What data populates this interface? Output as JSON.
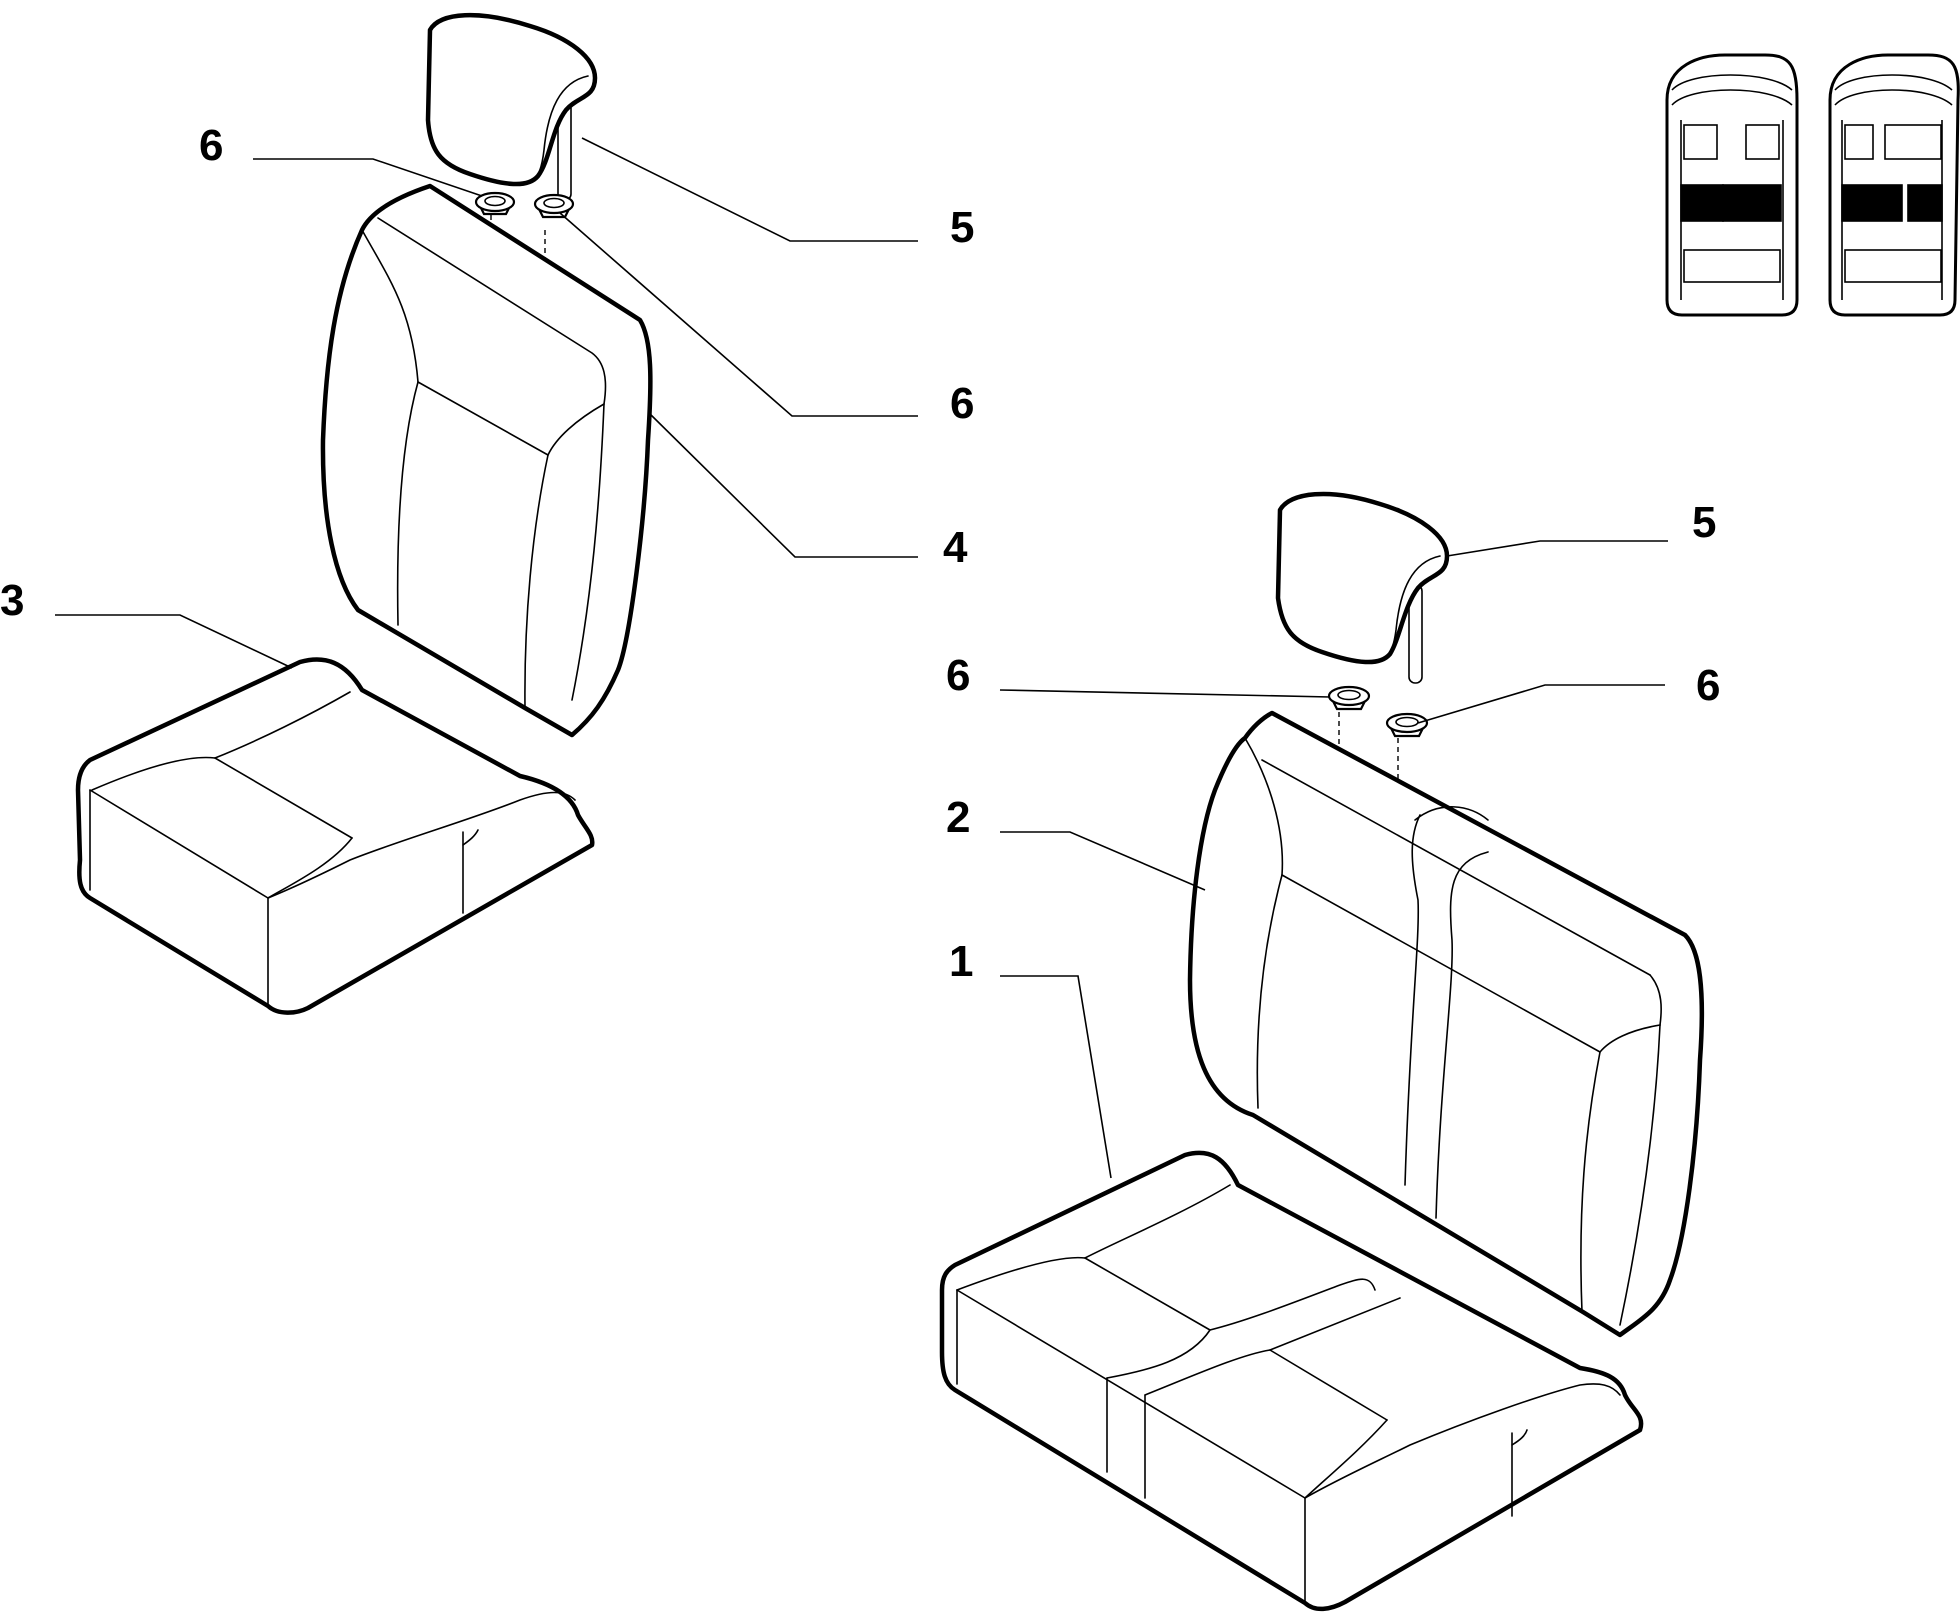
{
  "callouts": [
    {
      "id": "callout-6-left-grommet",
      "text": "6"
    },
    {
      "id": "callout-5-left-headrest",
      "text": "5"
    },
    {
      "id": "callout-6-left-second-grommet",
      "text": "6"
    },
    {
      "id": "callout-4-single-backrest",
      "text": "4"
    },
    {
      "id": "callout-3-single-cushion",
      "text": "3"
    },
    {
      "id": "callout-5-right-headrest",
      "text": "5"
    },
    {
      "id": "callout-6-right-grommet-a",
      "text": "6"
    },
    {
      "id": "callout-6-right-grommet-b",
      "text": "6"
    },
    {
      "id": "callout-2-double-backrest",
      "text": "2"
    },
    {
      "id": "callout-1-double-cushion",
      "text": "1"
    }
  ],
  "colors": {
    "line": "#000000",
    "background": "#ffffff"
  }
}
